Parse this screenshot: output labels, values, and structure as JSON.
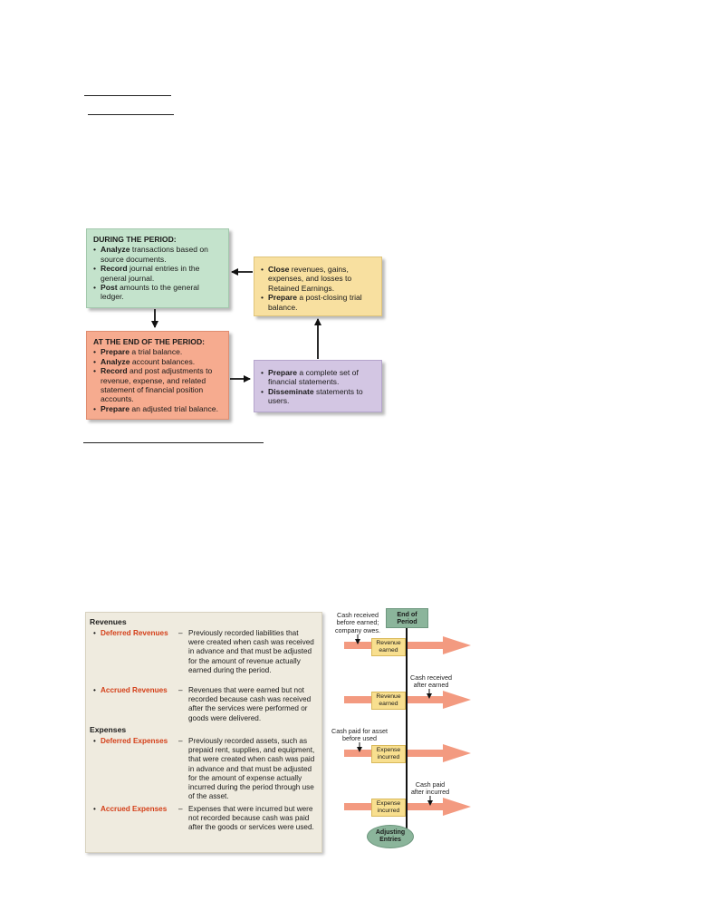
{
  "cycle_diagram": {
    "during": {
      "heading": "DURING THE PERIOD:",
      "items": [
        {
          "verb": "Analyze",
          "rest": " transactions based on source documents."
        },
        {
          "verb": "Record",
          "rest": " journal entries in the general journal."
        },
        {
          "verb": "Post",
          "rest": " amounts to the general ledger."
        }
      ]
    },
    "end": {
      "heading": "AT THE END OF THE PERIOD:",
      "items": [
        {
          "verb": "Prepare",
          "rest": " a trial balance."
        },
        {
          "verb": "Analyze",
          "rest": " account balances."
        },
        {
          "verb": "Record",
          "rest": " and post adjustments to revenue, expense, and related statement of financial position accounts."
        },
        {
          "verb": "Prepare",
          "rest": " an adjusted trial balance."
        }
      ]
    },
    "statements": {
      "items": [
        {
          "verb": "Prepare",
          "rest": " a complete set of financial statements."
        },
        {
          "verb": "Disseminate",
          "rest": " statements to users."
        }
      ]
    },
    "closing": {
      "items": [
        {
          "verb": "Close",
          "rest": " revenues, gains, expenses, and losses to Retained Earnings."
        },
        {
          "verb": "Prepare",
          "rest": " a post-closing trial balance."
        }
      ]
    }
  },
  "adjustments": {
    "revenues_heading": "Revenues",
    "expenses_heading": "Expenses",
    "bullet": "•",
    "dash": "–",
    "deferred_revenues": {
      "term": "Deferred Revenues",
      "desc": "Previously recorded liabilities that were created when cash was received in advance and that must be adjusted for the amount of revenue actually earned during the period."
    },
    "accrued_revenues": {
      "term": "Accrued Revenues",
      "desc": "Revenues that were earned but not recorded because cash was received after the services were performed or goods were delivered."
    },
    "deferred_expenses": {
      "term": "Deferred Expenses",
      "desc": "Previously recorded assets, such as prepaid rent, supplies, and equipment, that were created when cash was paid in advance and that must be adjusted for the amount of expense actually incurred during the period through use of the asset."
    },
    "accrued_expenses": {
      "term": "Accrued Expenses",
      "desc": "Expenses that were incurred but were not recorded because cash was paid after the goods or services were used."
    }
  },
  "timeline": {
    "end_of_period": "End of Period",
    "adjusting_entries": "Adjusting Entries",
    "rows": [
      {
        "box": "Revenue earned",
        "note": "Cash received before earned; company owes."
      },
      {
        "box": "Revenue earned",
        "note": "Cash received after earned"
      },
      {
        "box": "Expense incurred",
        "note": "Cash paid for asset before used"
      },
      {
        "box": "Expense incurred",
        "note": "Cash paid after incurred"
      }
    ]
  },
  "colors": {
    "during_box": "#c4e3cc",
    "end_box": "#f6ab8f",
    "closing_box": "#f8e0a0",
    "statements_box": "#d3c6e3",
    "term_red": "#d4401a",
    "panel_bg": "#efebdf",
    "timeline_arrow": "#f39a80",
    "period_marker": "#8bb59b"
  }
}
